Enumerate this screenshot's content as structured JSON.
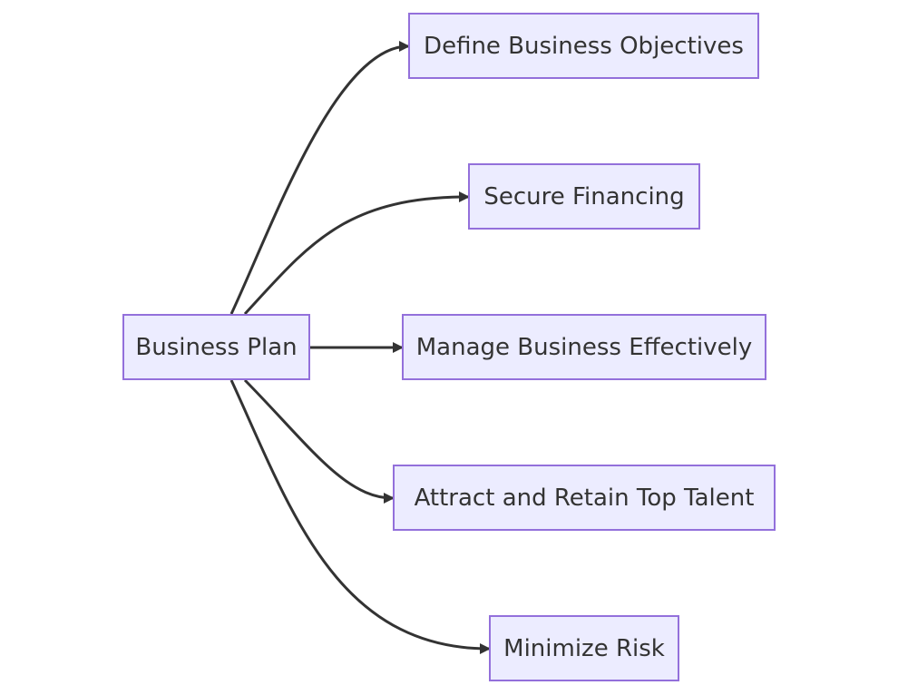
{
  "diagram": {
    "type": "flowchart",
    "direction": "left-to-right",
    "colors": {
      "node_fill": "#ECECFF",
      "node_border": "#9370DB",
      "edge": "#333333",
      "text": "#333333"
    },
    "nodes": {
      "root": "Business Plan",
      "objectives": "Define Business Objectives",
      "financing": "Secure Financing",
      "manage": "Manage Business Effectively",
      "talent": "Attract and Retain Top Talent",
      "risk": "Minimize Risk"
    },
    "edges": [
      {
        "from": "root",
        "to": "objectives"
      },
      {
        "from": "root",
        "to": "financing"
      },
      {
        "from": "root",
        "to": "manage"
      },
      {
        "from": "root",
        "to": "talent"
      },
      {
        "from": "root",
        "to": "risk"
      }
    ]
  }
}
